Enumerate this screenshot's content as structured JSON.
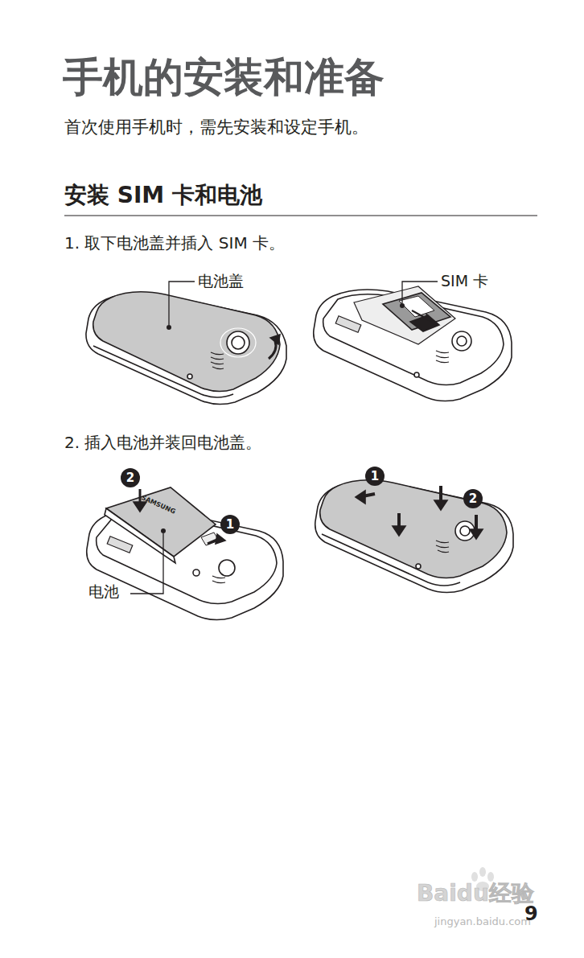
{
  "diagram": {
    "title": "手机的安装和准备",
    "labels": [
      "首次使用手机时，需先安装和设定手机。",
      "安装 SIM 卡和电池",
      "1. 取下电池盖并插入 SIM 卡。",
      "电池盖",
      "SIM 卡",
      "2. 插入电池并装回电池盖。",
      "2",
      "SAMSUNG",
      "1",
      "电池",
      "1",
      "2",
      "Baidu经验",
      "jingyan.baidu.com",
      "9"
    ]
  }
}
